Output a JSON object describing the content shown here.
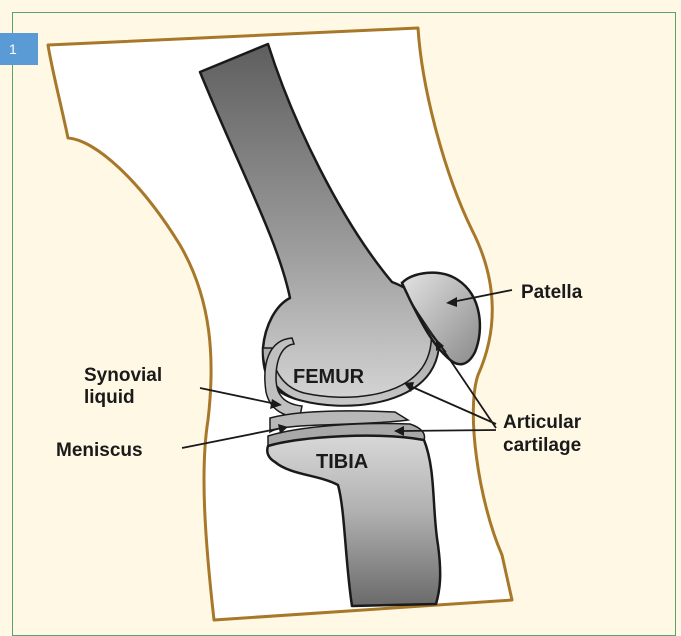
{
  "figure_number": "1",
  "labels": {
    "femur": "FEMUR",
    "tibia": "TIBIA",
    "patella": "Patella",
    "synovial_line1": "Synovial",
    "synovial_line2": "liquid",
    "meniscus": "Meniscus",
    "articular_line1": "Articular",
    "articular_line2": "cartilage"
  },
  "colors": {
    "background": "#fff8e5",
    "skin_fill": "#ffffff",
    "skin_outline": "#a8782a",
    "bone_light": "#d4d4d4",
    "bone_dark": "#5e5e5e",
    "badge": "#5b9bd5",
    "frame_border": "#5aa36a"
  }
}
